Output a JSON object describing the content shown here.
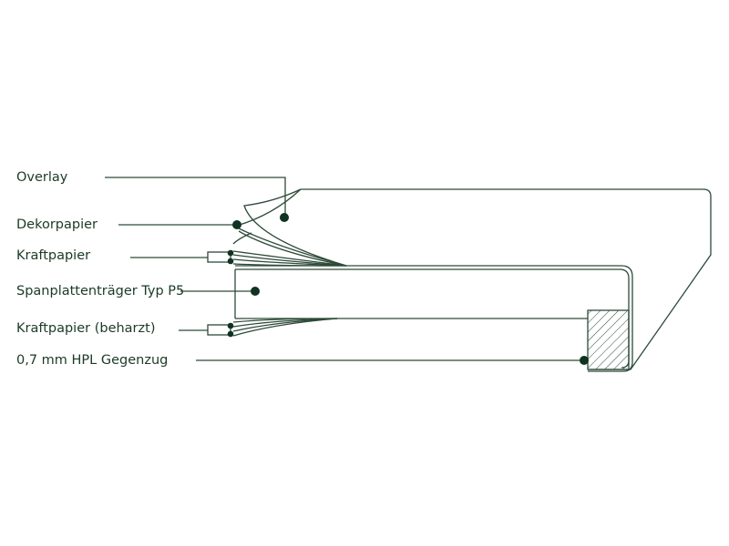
{
  "diagram": {
    "labels": [
      "Overlay",
      "Dekorpapier",
      "Kraftpapier",
      "Spanplattenträger Typ P5",
      "Kraftpapier (beharzt)",
      "0,7 mm HPL Gegenzug"
    ],
    "colors": {
      "line": "#2d4a38",
      "dot": "#0f3320",
      "text": "#1b3a26"
    }
  }
}
